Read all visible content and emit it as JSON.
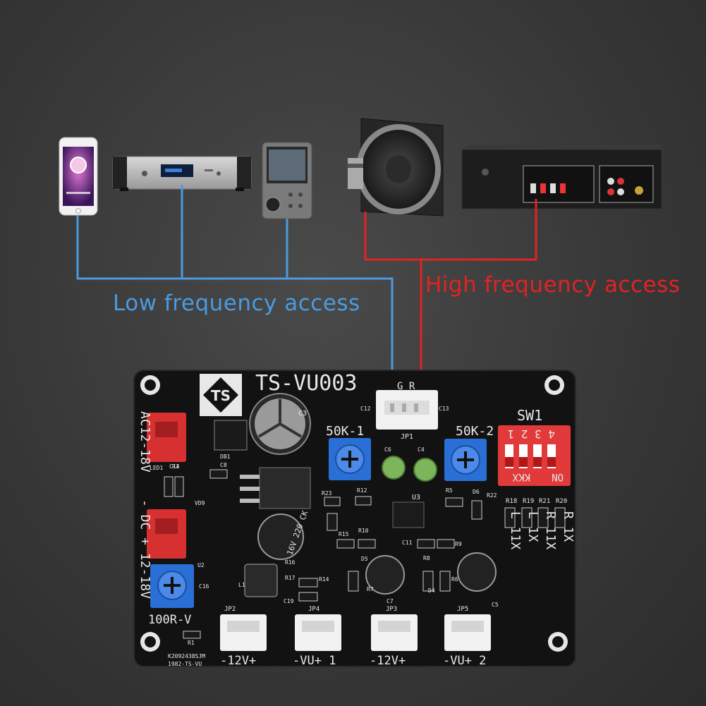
{
  "labels": {
    "low_frequency": "Low frequency access",
    "high_frequency": "High frequency access"
  },
  "colors": {
    "background": "#3a3a3a",
    "low_wire": "#4a9be0",
    "high_wire": "#e32222",
    "pcb": "#111111",
    "silkscreen": "#e8e8e8"
  },
  "board": {
    "title": "TS-VU003",
    "logo_text": "TS",
    "connectors_top": {
      "jp1_pins": "G R",
      "jp1_label": "JP1"
    },
    "pot_left": "50K-1",
    "pot_right": "50K-2",
    "switch_label": "SW1",
    "switch_numbers": "4 3 2 1",
    "switch_on": "ON",
    "switch_kkx": "KKX",
    "power_ac": "AC12-18V",
    "power_dc": "- DC + 12-18V",
    "trim_label": "100R-V",
    "cap_big": "C3",
    "cap_small_text": "16V 220 CK",
    "gain_table": [
      "R 1X",
      "R 11X",
      "L 1X",
      "L 11X"
    ],
    "bottom_connectors": [
      "-12V+",
      "-VU+ 1",
      "-12V+",
      "-VU+ 2"
    ],
    "bottom_ids": [
      "JP2",
      "JP4",
      "JP3",
      "JP5"
    ],
    "serial": "K2092438SJM",
    "serial2": "1982-TS-VU",
    "chip_label": "U3",
    "resistor_labels": [
      "R18",
      "R19",
      "R21",
      "R20"
    ],
    "misc_labels": [
      "C12",
      "C13",
      "C6",
      "C4",
      "C14",
      "C8",
      "DB1",
      "LED1",
      "R3",
      "VD9",
      "U2",
      "C16",
      "L1",
      "R1",
      "R23",
      "R12",
      "R5",
      "D6",
      "R22",
      "R15",
      "R10",
      "C11",
      "R9",
      "R16",
      "R17",
      "R14",
      "C19",
      "D5",
      "R7",
      "C7",
      "R8",
      "D4",
      "C5",
      "R6"
    ]
  },
  "icons": [
    "smartphone-icon",
    "cd-player-icon",
    "portable-player-icon",
    "speaker-icon",
    "amplifier-icon"
  ]
}
